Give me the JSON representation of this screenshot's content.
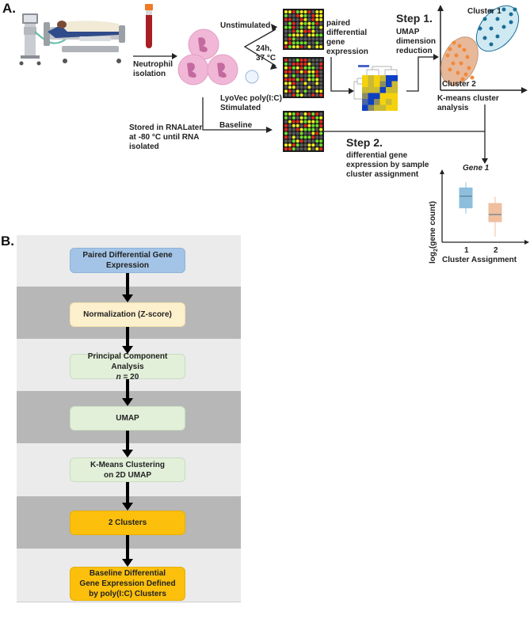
{
  "panel_a": {
    "letter": "A.",
    "neutrophil_isolation": [
      "Neutrophil",
      "isolation"
    ],
    "unstimulated": "Unstimulated",
    "incubation": [
      "24h,",
      "37 °C"
    ],
    "stimulated": [
      "LyoVec poly(I:C)",
      "Stimulated"
    ],
    "stored": [
      "Stored in RNALater",
      "at -80 °C until RNA",
      "isolated"
    ],
    "baseline": "Baseline",
    "paired_dge": [
      "paired",
      "differential",
      "gene",
      "expression"
    ],
    "step1_title": "Step 1.",
    "step1_desc": [
      "UMAP",
      "dimension",
      "reduction"
    ],
    "cluster1": "Cluster 1",
    "cluster2": "Cluster 2",
    "kmeans": "K-means cluster analysis",
    "step2_title": "Step 2.",
    "step2_desc": [
      "differential gene",
      "expression by sample",
      "cluster assignment"
    ],
    "colors": {
      "cluster1_fill": "#cfe9f2",
      "cluster1_dots": "#1a6e96",
      "cluster2_fill": "#e8b89a",
      "cluster2_dots": "#ef8a3a",
      "array_red": "#e8281e",
      "array_green": "#6ee02a",
      "array_yellow": "#f5f01c",
      "array_gray": "#5a5a5a"
    }
  },
  "chart_data": {
    "type": "box",
    "title": "Gene 1",
    "xlabel": "Cluster Assignment",
    "ylabel": "log2(gene count)",
    "categories": [
      "1",
      "2"
    ],
    "series": [
      {
        "name": "Cluster 1",
        "color": "#8dbfdc",
        "min": 0.52,
        "q1": 0.62,
        "median": 0.83,
        "q3": 0.98,
        "max": 1.08
      },
      {
        "name": "Cluster 2",
        "color": "#efbfa0",
        "min": 0.1,
        "q1": 0.37,
        "median": 0.5,
        "q3": 0.7,
        "max": 0.82
      }
    ],
    "ylim": [
      0,
      1.2
    ],
    "grid": false,
    "legend": "none"
  },
  "panel_b": {
    "letter": "B.",
    "steps": [
      {
        "label": [
          "Paired Differential Gene",
          "Expression"
        ],
        "color": "#a3c4e6",
        "border": "#8fb2d8"
      },
      {
        "label": [
          "Normalization (Z-score)"
        ],
        "color": "#fdf0cc",
        "border": "#f2e0b0"
      },
      {
        "label": [
          "Principal Component Analysis",
          "n = 20"
        ],
        "color": "#e2efd9",
        "border": "#c9dcc0"
      },
      {
        "label": [
          "UMAP"
        ],
        "color": "#e2efd9",
        "border": "#c9dcc0"
      },
      {
        "label": [
          "K-Means Clustering",
          "on 2D UMAP"
        ],
        "color": "#e2efd9",
        "border": "#c9dcc0"
      },
      {
        "label": [
          "2 Clusters"
        ],
        "color": "#fbbf0c",
        "border": "#e8ae00"
      },
      {
        "label": [
          "Baseline Differential",
          "Gene Expression Defined",
          "by poly(I:C) Clusters"
        ],
        "color": "#fbbf0c",
        "border": "#e8ae00"
      }
    ]
  }
}
